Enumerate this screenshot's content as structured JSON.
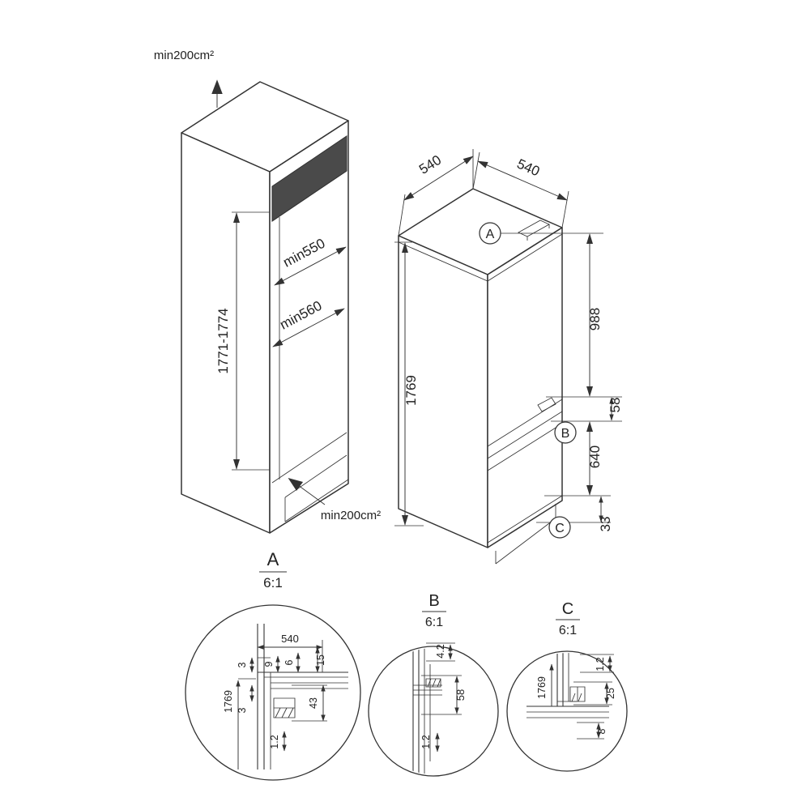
{
  "drawing": {
    "background": "#ffffff",
    "line_color": "#333333",
    "panel_fill": "#4a4a4a"
  },
  "niche_view": {
    "vent_top": "min200cm²",
    "vent_bottom": "min200cm²",
    "niche_height": "1771-1774",
    "depth_upper": "min550",
    "depth_lower": "min560"
  },
  "appliance_view": {
    "width": "540",
    "depth": "540",
    "height": "1769",
    "upper_section": "988",
    "hinge_gap": "58",
    "lower_section": "640",
    "plinth_height": "33",
    "marker_a": "A",
    "marker_b": "B",
    "marker_c": "C"
  },
  "detail_a": {
    "title": "A",
    "scale": "6:1",
    "dim_width": "540",
    "dim_3_top": "3",
    "dim_9": "9",
    "dim_6": "6",
    "dim_15": "15",
    "dim_height": "1769",
    "dim_3_side": "3",
    "dim_43": "43",
    "dim_gap": "1.2"
  },
  "detail_b": {
    "title": "B",
    "scale": "6:1",
    "dim_4_2": "4.2",
    "dim_58": "58",
    "dim_gap": "1.2"
  },
  "detail_c": {
    "title": "C",
    "scale": "6:1",
    "dim_height": "1769",
    "dim_gap": "1.2",
    "dim_25": "25",
    "dim_8": "8"
  }
}
